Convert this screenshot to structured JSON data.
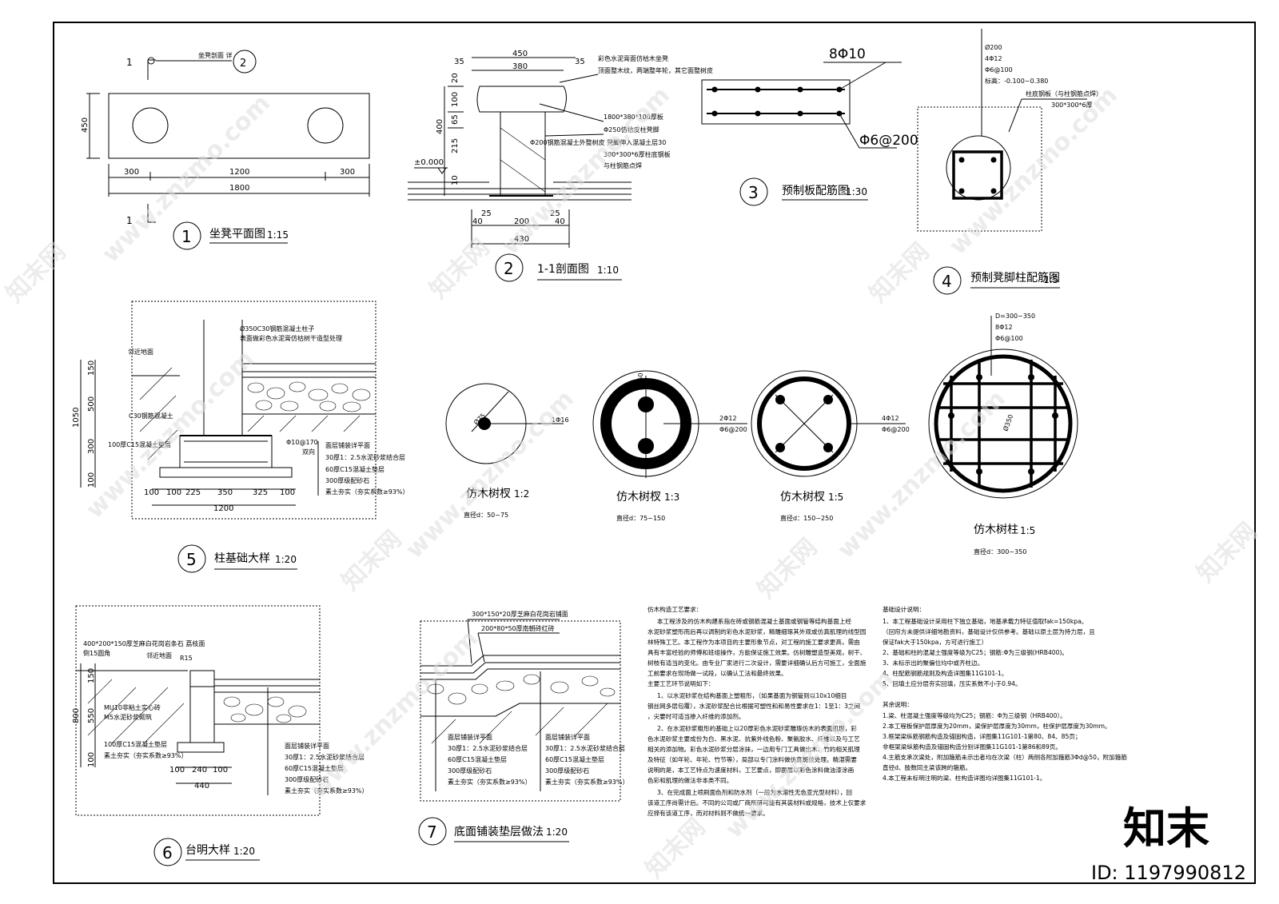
{
  "drawings": {
    "d1": {
      "num": "1",
      "title": "坐凳平面图",
      "scale": "1:15",
      "section_mark": "1",
      "ref_note": "坐凳剖面 详",
      "ref_num": "2",
      "dims": {
        "height": "450",
        "left": "300",
        "mid": "1200",
        "right": "300",
        "total": "1800"
      }
    },
    "d2": {
      "num": "2",
      "title": "1-1剖面图",
      "scale": "1:10",
      "dims": {
        "top_w": "450",
        "inner_w": "380",
        "off": "35",
        "off2": "35",
        "h20": "20",
        "h100": "100",
        "h65": "65",
        "h400": "400",
        "h215": "215",
        "h10": "10",
        "lvl": "±0.000",
        "b40a": "40",
        "b25a": "25",
        "b200": "200",
        "b25b": "25",
        "b40b": "40",
        "b430": "430"
      },
      "notes": [
        "彩色水泥膏面仿枯木坐凳",
        "顶面整木纹，两端整年轮，其它面整树皮",
        "1800*380*100厚板",
        "Φ250仿枯皮柱凳脚",
        "Φ200钢筋混凝土外整树皮  凳脚伸入混凝土层30",
        "300*300*6厚柱底钢板",
        "与柱钢筋点焊"
      ]
    },
    "d3": {
      "num": "3",
      "title": "预制板配筋图",
      "scale": "1:30",
      "top": "8Φ10",
      "bottom": "Φ6@200"
    },
    "d4": {
      "num": "4",
      "title": "预制凳脚柱配筋图",
      "scale": "1:5",
      "notes": [
        "Ø200",
        "4Φ12",
        "Φ6@100",
        "标高：-0.100~0.380",
        "柱底钢板（与柱钢筋点焊）",
        "300*300*6厚"
      ]
    },
    "d5": {
      "num": "5",
      "title": "柱基础大样",
      "scale": "1:20",
      "notes": [
        "Ø350C30钢筋混凝土柱子",
        "表面做彩色水泥膏仿枯树干造型处理",
        "邻近地面",
        "C30钢筋混凝土",
        "100厚C15混凝土垫层",
        "Φ10@170",
        "双向",
        "面层铺装详平面",
        "30厚1：2.5水泥砂浆结合层",
        "60厚C15混凝土垫层",
        "300厚级配砂石",
        "素土夯实（夯实系数≥93%）"
      ],
      "vdims": [
        "150",
        "500",
        "1050",
        "300",
        "100"
      ],
      "hdims": [
        "100",
        "100",
        "225",
        "350",
        "325",
        "100",
        "1200"
      ]
    },
    "d6": {
      "num": "6",
      "title": "台明大样",
      "scale": "1:20",
      "notes": [
        "400*200*150厚芝麻白花岗岩条石  荔枝面",
        "倒15圆角",
        "R15",
        "邻近地面",
        "MU10非粘土实心砖",
        "M5水泥砂浆砌筑",
        "100厚C15混凝土垫层",
        "面层铺装详平面",
        "30厚1：2.5水泥砂浆结合层",
        "60厚C15混凝土垫层",
        "300厚级配砂石",
        "素土夯实（夯实系数≥93%）",
        "素土夯实（夯实系数≥93%）"
      ],
      "vdims": [
        "150",
        "800",
        "550",
        "100"
      ],
      "hdims": [
        "100",
        "240",
        "100",
        "440"
      ]
    },
    "d7": {
      "num": "7",
      "title": "底面铺装垫层做法",
      "scale": "1:20",
      "notes": [
        "300*150*20厚芝麻白花岗岩铺面",
        "200*80*50厚南朝砖红砖",
        "面层铺装详平面",
        "30厚1：2.5水泥砂浆结合层",
        "60厚C15混凝土垫层",
        "300厚级配砂石",
        "素土夯实（夯实系数≥93%）"
      ]
    },
    "branches": [
      {
        "title": "仿木树杈",
        "scale": "1:2",
        "dia": "直径d：50~75",
        "rebar": "1Φ16",
        "d_label": "Ø75"
      },
      {
        "title": "仿木树杈",
        "scale": "1:3",
        "dia": "直径d：75~150",
        "rebar1": "2Φ12",
        "rebar2": "Φ6@200",
        "d_label": "Ø150"
      },
      {
        "title": "仿木树杈",
        "scale": "1:5",
        "dia": "直径d：150~250",
        "rebar1": "4Φ12",
        "rebar2": "Φ6@200"
      },
      {
        "title": "仿木树柱",
        "scale": "1:5",
        "dia": "直径d：300~350",
        "top1": "D=300~350",
        "top2": "8Φ12",
        "top3": "Φ6@100",
        "d_label": "Ø350"
      }
    ]
  },
  "text_blocks": {
    "fake_wood": {
      "title": "仿木构造工艺要求：",
      "lines": [
        "本工程涉及的仿木构建系指在砖或钢筋混凝土基面或钢管等结构基面上经",
        "水泥砂浆塑形而后再以调制的彩色水泥砂浆，精雕细琢其外观或仿真肌理的线型园",
        "林特殊工艺。本工程作为本项目的主要形象节点，对工程的施工要求更高，需由",
        "具有丰富经验的师傅和班组操作，方能保证施工效果。仿树雕塑造型美观，树干、",
        "树枝有适当的变化。由专业厂家进行二次设计，需要详细确认后方可施工，全面施",
        "工前要求在现场做一试段，以确认工法和最终效果。",
        "主要工艺环节说明如下：",
        "1、以水泥砂浆在结构基面上塑粗形，（如果基面为钢管则以10x10细目",
        "钢丝网多层包覆），水泥砂浆配合比根据可塑性和和易性要求在1：1至1：3之间",
        "，尖要时可适当掺入纤维的添加剂。",
        "2、在水泥砂浆粗形的基础上以20厚彩色水泥砂浆雕琢仿木的表面肌理，彩",
        "色水泥砂浆主要成份为白、黑水泥、抗紫外线色粉、聚氨胶水、纤维以及与工艺",
        "相关的添加物。彩色水泥砂浆分层涂抹，一边用专门工具做出木、竹的相关肌理",
        "及特征（如年轮、年轮、竹节等），局部以专门涂料做仿真斑纹处理。精湛需要",
        "说明的是，本工艺特点为速度材料，工艺要点，即面层以彩色涂料做油漆涂画",
        "色彩和肌理的做法非本类不同。",
        "3、在完成面上喷刷面色剂和防水剂（一般为水溶性无色亚光型材料），回",
        "该道工序尚需计后。不同的公司或厂商所研可能有其装材料或规格，技术上仅要求",
        "应择有该道工序，而对材料则不做统一要求。"
      ]
    },
    "foundation": {
      "title": "基础设计说明：",
      "lines": [
        "1、本工程基础设计采用柱下独立基础，地基承载力特征值取fak=150kpa。",
        "（回帘方未提供详细地勘资料，基础设计仅供参考。基础以原土层为持力层，且",
        "保证fak大于150kpa，方可进行施工）",
        "2、基础和柱的混凝土强度等级为C25；钢筋:Φ为三级钢(HRB400)。",
        "3、未标示出的聚偏位均中或齐柱边。",
        "4、柱配筋钢筋规则及构造详图集11G101-1。",
        "5、回填土应分层夯实回填，压实系数不小于0.94。"
      ],
      "title2": "其余说明：",
      "lines2": [
        "1.梁、柱混凝土强度等级均为C25；钢筋：Φ为三级钢（HRB400）。",
        "2.本工程板保护层厚度为20mm，梁保护层厚度为30mm，柱保护层厚度为30mm。",
        "3.框架梁纵筋钢筋构造及锚固构造，详图集11G101-1第80、84、85页；",
        "非框架梁纵筋构造及锚固构造分别详图集11G101-1第86和89页。",
        "4.主筋支承次梁处，附加箍筋未示出者均在次梁（柱）两侧各附加箍筋3Φd@50，附加箍筋",
        "直径d、肢数同主梁该跨的箍筋。",
        "4.本工程未标明注明的梁、柱构造详图均详图集11G101-1。"
      ]
    }
  },
  "watermark": {
    "site": "www.znzmo.com",
    "brand": "知末网",
    "logo": "知末",
    "id": "ID: 1197990812"
  }
}
